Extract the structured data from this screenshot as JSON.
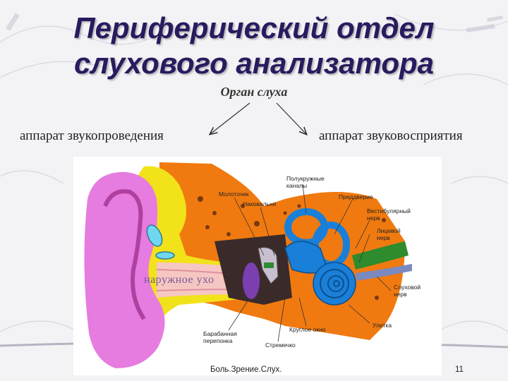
{
  "slide": {
    "title_line1": "Периферический отдел",
    "title_line2": "слухового анализатора",
    "organ": "Орган слуха",
    "left_branch": "аппарат звукопроведения",
    "right_branch": "аппарат звуковосприятия",
    "footer": "Боль.Зрение.Слух.",
    "page_number": "11"
  },
  "diagram": {
    "outer_ear": "наружное ухо",
    "labels": {
      "malleus": "Молоточек",
      "incus": "Наковальня",
      "semicircular": "Полукружные\nканалы",
      "vestibule": "Преддверие",
      "vestibular_nerve": "Вестибулярный\nнерв",
      "facial_nerve": "Лицевой\nнерв",
      "cochlear_nerve": "Слуховой\nнерв",
      "cochlea": "Улитка",
      "round_window": "Круглое окно",
      "stapes": "Стремечко",
      "eardrum": "Барабанная\nперепонка"
    }
  },
  "colors": {
    "title": "#2a1a5e",
    "auricle": "#e67be0",
    "cartilage": "#f2e21a",
    "bone": "#f07a10",
    "labyrinth": "#1a7fd8",
    "ossicles": "#7b3fb0",
    "nerve": "#2e8b2e"
  }
}
